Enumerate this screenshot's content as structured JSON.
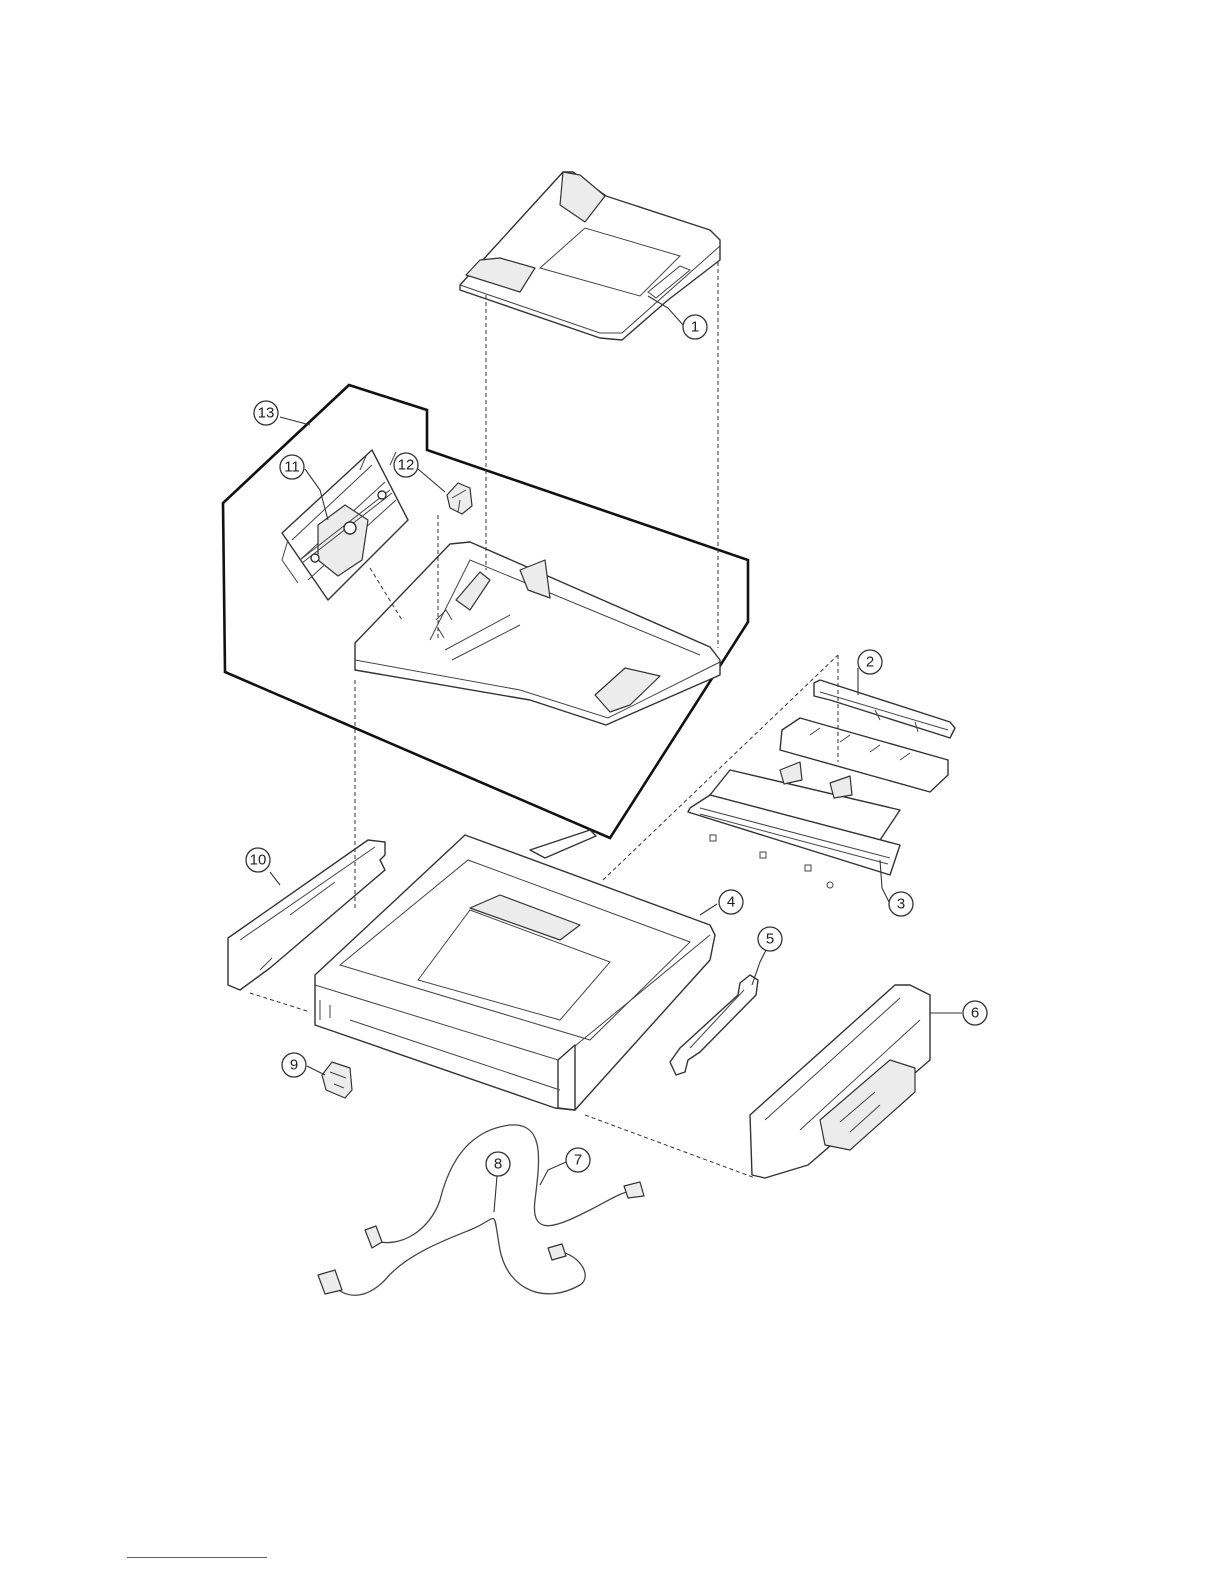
{
  "callouts": [
    {
      "id": "1",
      "label": "1"
    },
    {
      "id": "2",
      "label": "2"
    },
    {
      "id": "3",
      "label": "3"
    },
    {
      "id": "4",
      "label": "4"
    },
    {
      "id": "5",
      "label": "5"
    },
    {
      "id": "6",
      "label": "6"
    },
    {
      "id": "7",
      "label": "7"
    },
    {
      "id": "8",
      "label": "8"
    },
    {
      "id": "9",
      "label": "9"
    },
    {
      "id": "10",
      "label": "10"
    },
    {
      "id": "11",
      "label": "11"
    },
    {
      "id": "12",
      "label": "12"
    },
    {
      "id": "13",
      "label": "13"
    }
  ],
  "colors": {
    "line": "#333333",
    "footer_rule": "#3b5fd4"
  }
}
